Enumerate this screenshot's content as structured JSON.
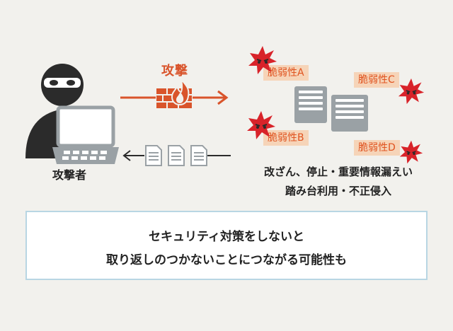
{
  "attack": {
    "label": "攻撃"
  },
  "attacker": {
    "label": "攻撃者"
  },
  "vulnerabilities": [
    {
      "label": "脆弱性A"
    },
    {
      "label": "脆弱性B"
    },
    {
      "label": "脆弱性C"
    },
    {
      "label": "脆弱性D"
    }
  ],
  "consequences": {
    "line1": "改ざん、停止・重要情報漏えい",
    "line2": "踏み台利用・不正侵入"
  },
  "warning": {
    "line1": "セキュリティ対策をしないと",
    "line2": "取り返しのつかないことにつながる可能性も"
  },
  "colors": {
    "accent": "#d9542b",
    "vuln_bg": "#f6d4b8",
    "star_red": "#d8232a",
    "server_gray": "#9aa1a5",
    "box_border": "#b8d6e3",
    "attacker_dark": "#2b2b2b"
  }
}
